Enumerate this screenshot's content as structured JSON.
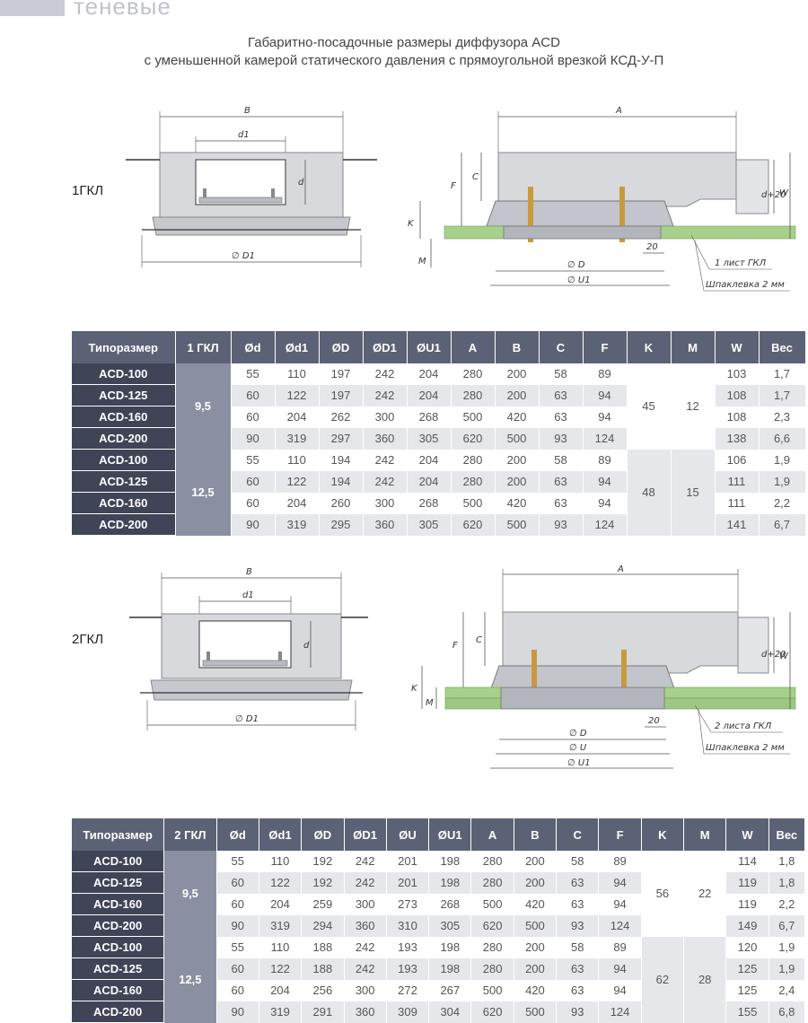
{
  "header": {
    "brand_text": "теневые"
  },
  "title": {
    "line1": "Габаритно-посадочные размеры диффузора ACD",
    "line2": "с уменьшенной камерой статического давления с прямоугольной врезкой КСД-У-П"
  },
  "section1": {
    "label": "1ГКЛ",
    "dims": {
      "B": "B",
      "d1": "d1",
      "d": "d",
      "D1": "∅ D1",
      "A": "A",
      "C": "C",
      "F": "F",
      "K": "K",
      "M": "M",
      "d20": "d+20",
      "W": "W",
      "D": "∅ D",
      "U1": "∅ U1",
      "twenty": "20"
    },
    "callouts": {
      "sheets": "1 лист ГКЛ",
      "putty": "Шпаклевка 2 мм"
    }
  },
  "section2": {
    "label": "2ГКЛ",
    "dims": {
      "B": "B",
      "d1": "d1",
      "d": "d",
      "D1": "∅ D1",
      "A": "A",
      "C": "C",
      "F": "F",
      "K": "K",
      "M": "M",
      "d20": "d+20",
      "W": "W",
      "D": "∅ D",
      "U": "∅ U",
      "U1": "∅ U1",
      "twenty": "20"
    },
    "callouts": {
      "sheets": "2 листа ГКЛ",
      "putty": "Шпаклевка 2 мм"
    }
  },
  "table1": {
    "headers": [
      "Типоразмер",
      "1 ГКЛ",
      "Ød",
      "Ød1",
      "ØD",
      "ØD1",
      "ØU1",
      "A",
      "B",
      "C",
      "F",
      "K",
      "M",
      "W",
      "Вес"
    ],
    "groups": [
      {
        "gkl": "9,5",
        "K": "45",
        "M": "12",
        "rows": [
          {
            "name": "ACD-100",
            "vals": [
              "55",
              "110",
              "197",
              "242",
              "204",
              "280",
              "200",
              "58",
              "89"
            ],
            "W": "103",
            "wt": "1,7"
          },
          {
            "name": "ACD-125",
            "vals": [
              "60",
              "122",
              "197",
              "242",
              "204",
              "280",
              "200",
              "63",
              "94"
            ],
            "W": "108",
            "wt": "1,7"
          },
          {
            "name": "ACD-160",
            "vals": [
              "60",
              "204",
              "262",
              "300",
              "268",
              "500",
              "420",
              "63",
              "94"
            ],
            "W": "108",
            "wt": "2,3"
          },
          {
            "name": "ACD-200",
            "vals": [
              "90",
              "319",
              "297",
              "360",
              "305",
              "620",
              "500",
              "93",
              "124"
            ],
            "W": "138",
            "wt": "6,6"
          }
        ]
      },
      {
        "gkl": "12,5",
        "K": "48",
        "M": "15",
        "rows": [
          {
            "name": "ACD-100",
            "vals": [
              "55",
              "110",
              "194",
              "242",
              "204",
              "280",
              "200",
              "58",
              "89"
            ],
            "W": "106",
            "wt": "1,9"
          },
          {
            "name": "ACD-125",
            "vals": [
              "60",
              "122",
              "194",
              "242",
              "204",
              "280",
              "200",
              "63",
              "94"
            ],
            "W": "111",
            "wt": "1,9"
          },
          {
            "name": "ACD-160",
            "vals": [
              "60",
              "204",
              "260",
              "300",
              "268",
              "500",
              "420",
              "63",
              "94"
            ],
            "W": "111",
            "wt": "2,2"
          },
          {
            "name": "ACD-200",
            "vals": [
              "90",
              "319",
              "295",
              "360",
              "305",
              "620",
              "500",
              "93",
              "124"
            ],
            "W": "141",
            "wt": "6,7"
          }
        ]
      }
    ]
  },
  "table2": {
    "headers": [
      "Типоразмер",
      "2 ГКЛ",
      "Ød",
      "Ød1",
      "ØD",
      "ØD1",
      "ØU",
      "ØU1",
      "A",
      "B",
      "C",
      "F",
      "K",
      "M",
      "W",
      "Вес"
    ],
    "groups": [
      {
        "gkl": "9,5",
        "K": "56",
        "M": "22",
        "rows": [
          {
            "name": "ACD-100",
            "vals": [
              "55",
              "110",
              "192",
              "242",
              "201",
              "198",
              "280",
              "200",
              "58",
              "89"
            ],
            "W": "114",
            "wt": "1,8"
          },
          {
            "name": "ACD-125",
            "vals": [
              "60",
              "122",
              "192",
              "242",
              "201",
              "198",
              "280",
              "200",
              "63",
              "94"
            ],
            "W": "119",
            "wt": "1,8"
          },
          {
            "name": "ACD-160",
            "vals": [
              "60",
              "204",
              "259",
              "300",
              "273",
              "268",
              "500",
              "420",
              "63",
              "94"
            ],
            "W": "119",
            "wt": "2,2"
          },
          {
            "name": "ACD-200",
            "vals": [
              "90",
              "319",
              "294",
              "360",
              "310",
              "305",
              "620",
              "500",
              "93",
              "124"
            ],
            "W": "149",
            "wt": "6,7"
          }
        ]
      },
      {
        "gkl": "12,5",
        "K": "62",
        "M": "28",
        "rows": [
          {
            "name": "ACD-100",
            "vals": [
              "55",
              "110",
              "188",
              "242",
              "193",
              "198",
              "280",
              "200",
              "58",
              "89"
            ],
            "W": "120",
            "wt": "1,9"
          },
          {
            "name": "ACD-125",
            "vals": [
              "60",
              "122",
              "188",
              "242",
              "193",
              "198",
              "280",
              "200",
              "63",
              "94"
            ],
            "W": "125",
            "wt": "1,9"
          },
          {
            "name": "ACD-160",
            "vals": [
              "60",
              "204",
              "256",
              "300",
              "272",
              "267",
              "500",
              "420",
              "63",
              "94"
            ],
            "W": "125",
            "wt": "2,4"
          },
          {
            "name": "ACD-200",
            "vals": [
              "90",
              "319",
              "291",
              "360",
              "309",
              "304",
              "620",
              "500",
              "93",
              "124"
            ],
            "W": "155",
            "wt": "6,8"
          }
        ]
      }
    ]
  },
  "colors": {
    "header_dark": "#3f4456",
    "header_mid": "#5c6276",
    "group_cell": "#8a90a2",
    "row_alt": "#e6e7eb",
    "drywall_green": "#a8d08d",
    "body_gray": "#d7d9dd"
  }
}
